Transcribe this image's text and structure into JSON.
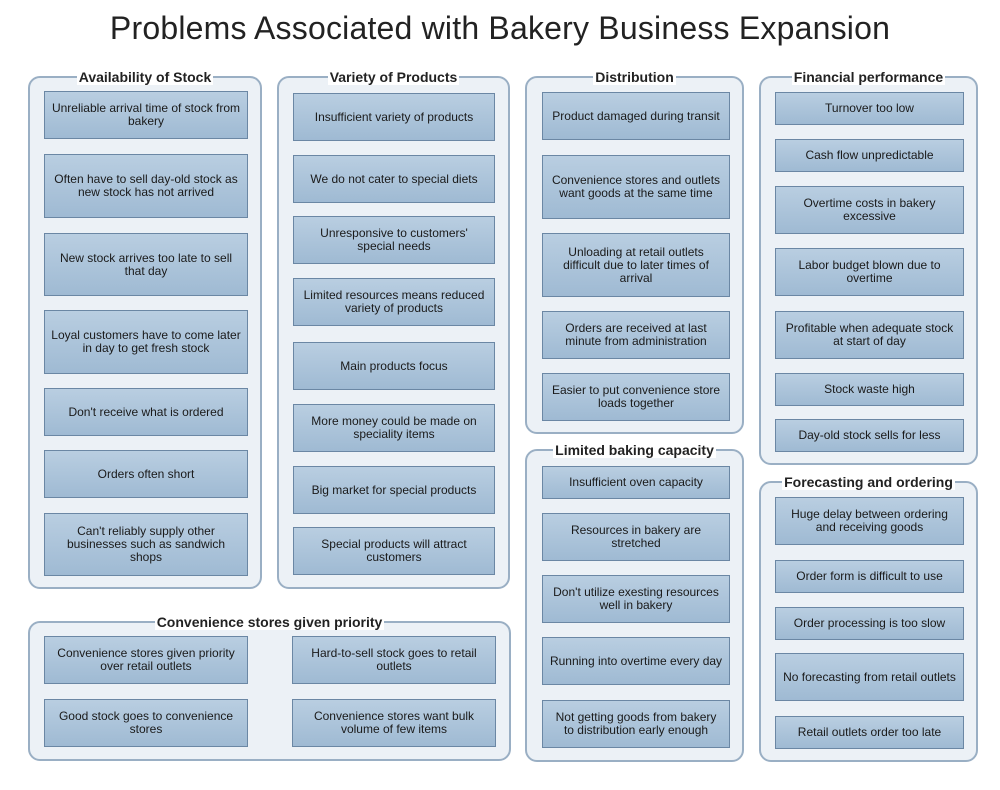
{
  "title": "Problems Associated with Bakery Business Expansion",
  "groups": {
    "stock": {
      "label": "Availability of Stock",
      "items": [
        "Unreliable arrival time of stock from bakery",
        "Often have to sell day-old stock as new stock has not arrived",
        "New stock arrives too late to sell that day",
        "Loyal customers have to come later in day to get fresh stock",
        "Don't receive what is ordered",
        "Orders often short",
        "Can't reliably supply other businesses such as sandwich shops"
      ]
    },
    "variety": {
      "label": "Variety of Products",
      "items": [
        "Insufficient variety of products",
        "We do not cater to special diets",
        "Unresponsive to customers' special needs",
        "Limited resources means reduced variety of products",
        "Main products focus",
        "More money could be made on speciality items",
        "Big market for special products",
        "Special products will attract customers"
      ]
    },
    "distribution": {
      "label": "Distribution",
      "items": [
        "Product damaged during transit",
        "Convenience stores and outlets want goods at the same time",
        "Unloading at retail outlets difficult due to later times of arrival",
        "Orders are received at last minute from administration",
        "Easier to put convenience store loads together"
      ]
    },
    "financial": {
      "label": "Financial performance",
      "items": [
        "Turnover too low",
        "Cash flow unpredictable",
        "Overtime costs in bakery excessive",
        "Labor budget blown due to overtime",
        "Profitable when adequate stock at start of day",
        "Stock waste high",
        "Day-old stock sells for less"
      ]
    },
    "baking": {
      "label": "Limited baking capacity",
      "items": [
        "Insufficient oven capacity",
        "Resources in bakery are stretched",
        "Don't utilize exesting resources well in bakery",
        "Running into overtime every day",
        "Not getting goods from bakery to distribution early enough"
      ]
    },
    "forecasting": {
      "label": "Forecasting and ordering",
      "items": [
        "Huge delay between ordering and receiving goods",
        "Order form is difficult to use",
        "Order processing is too slow",
        "No forecasting from retail outlets",
        "Retail outlets order too late"
      ]
    },
    "convenience": {
      "label": "Convenience stores given priority",
      "items": [
        "Convenience stores given priority over retail outlets",
        "Hard-to-sell stock goes to retail outlets",
        "Good stock goes to convenience stores",
        "Convenience stores want bulk volume of few items"
      ]
    }
  }
}
